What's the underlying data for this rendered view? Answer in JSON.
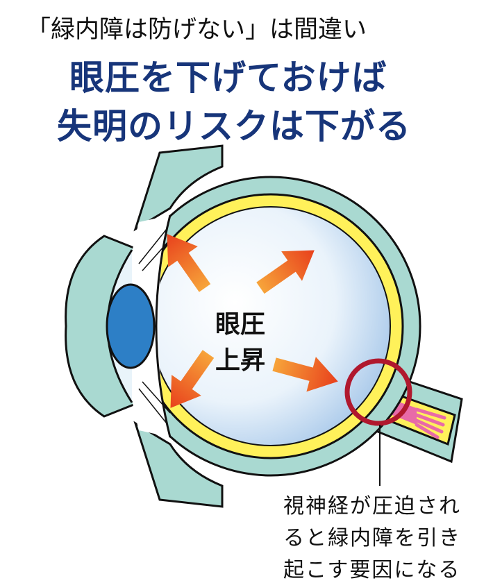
{
  "headline": {
    "line1": "「緑内障は防げない」は間違い",
    "line2": "眼圧を下げておけば",
    "line3": "失明のリスクは下がる"
  },
  "diagram": {
    "center_label_line1": "眼圧",
    "center_label_line2": "上昇",
    "note_lines": [
      "視神経が圧迫され",
      "ると緑内障を引き",
      "起こす要因になる"
    ]
  },
  "colors": {
    "title_blue": "#17357a",
    "sclera_teal": "#a9d9d1",
    "retina_yellow": "#fff15a",
    "lens_blue": "#2d7fc6",
    "highlight_circle": "#b0182e",
    "nerve_pink": "#e86aa8"
  }
}
